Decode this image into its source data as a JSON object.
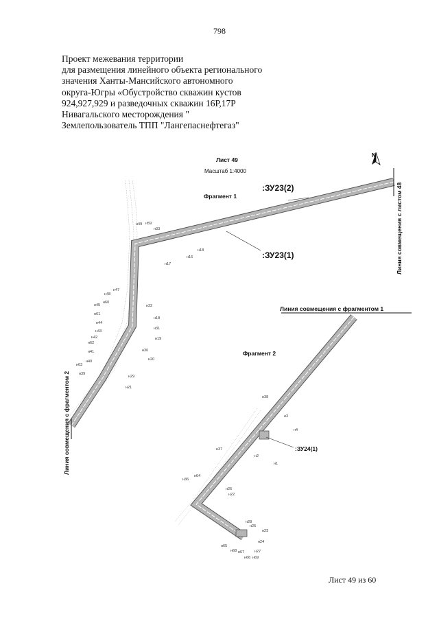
{
  "page_number": "798",
  "header": {
    "lines": [
      "Проект межевания территории",
      "для размещения линейного объекта регионального",
      "значения Ханты-Мансийского автономного",
      "округа-Югры «Обустройство скважин кустов",
      "924,927,929 и разведочных скважин 16Р,17Р",
      "Нивагальского месторождения \"",
      "Землепользователь ТПП \"Лангепаснефтегаз\""
    ]
  },
  "sheet": {
    "title": "Лист 49",
    "scale": "Масштаб 1:4000",
    "north": "N"
  },
  "fragments": {
    "f1": "Фрагмент 1",
    "f2": "Фрагмент 2",
    "join_sheet48": "Линия совмещения с листом 48",
    "join_frag1": "Линия совмещения с фрагментом 1",
    "join_frag2": "Линия совмещения с фрагментом 2"
  },
  "parcels": {
    "zu23_2": ":ЗУ23(2)",
    "zu23_1": ":ЗУ23(1)",
    "zu24_1": ":ЗУ24(1)"
  },
  "points": {
    "n49": "н49",
    "n59": "н59",
    "n33": "н33",
    "n18a": "н18",
    "n16": "н16",
    "n17": "н17",
    "n47": "н47",
    "n48": "н48",
    "n60": "н60",
    "n45": "н45",
    "n61": "н61",
    "n44": "н44",
    "n43": "н43",
    "n42": "н42",
    "n62": "н62",
    "n41": "н41",
    "n40": "н40",
    "n63": "н63",
    "n39": "н39",
    "n32": "н32",
    "n18b": "н18",
    "n31": "н31",
    "n19": "н19",
    "n30": "н30",
    "n20": "н20",
    "n29": "н29",
    "n21": "н21",
    "n38": "н38",
    "n3": "н3",
    "n4": "н4",
    "n37": "н37",
    "n2": "н2",
    "n1": "н1",
    "n36": "н36",
    "n64": "н64",
    "n26": "н26",
    "n22": "н22",
    "n28": "н28",
    "n25": "н25",
    "n23": "н23",
    "n24": "н24",
    "n65": "н65",
    "n68": "н68",
    "n67": "н67",
    "n27": "н27",
    "n66": "н66",
    "n69": "н69"
  },
  "footer": "Лист 49 из 60"
}
